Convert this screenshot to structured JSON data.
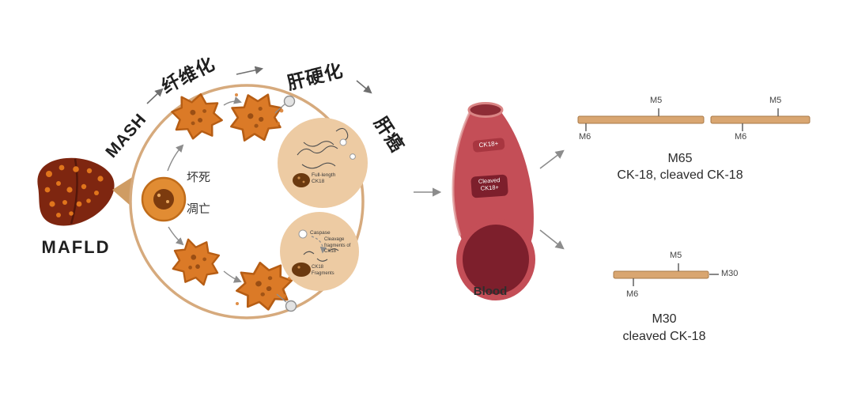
{
  "stages": {
    "mafld": "MAFLD",
    "mash": "MASH",
    "fibrosis": "纤维化",
    "cirrhosis": "肝硬化",
    "cancer": "肝癌"
  },
  "cell_circle": {
    "necrosis": "坏死",
    "apoptosis": "凋亡",
    "inset_top_label": "Full-length CK18",
    "inset_bottom_caspase": "Caspase",
    "inset_bottom_cleavage": "Cleavage fragments of CK18",
    "inset_bottom_fragments": "CK18 Fragments"
  },
  "vessel": {
    "tag_top": "CK18+",
    "tag_bottom": "Cleaved CK18+",
    "label": "Blood"
  },
  "assay_m65": {
    "m5": "M5",
    "m6": "M6",
    "title": "M65",
    "subtitle": "CK-18, cleaved CK-18"
  },
  "assay_m30": {
    "m5": "M5",
    "m6": "M6",
    "pointer": "M30",
    "title": "M30",
    "subtitle": "cleaved CK-18"
  },
  "colors": {
    "bar_fill": "#d9a671",
    "circle_outline": "#d6aa7d",
    "cell_orange": "#db7a27",
    "vessel_red": "#c44e57",
    "vessel_dark": "#7d1f2c",
    "arrow_gray": "#8c8c8c"
  }
}
